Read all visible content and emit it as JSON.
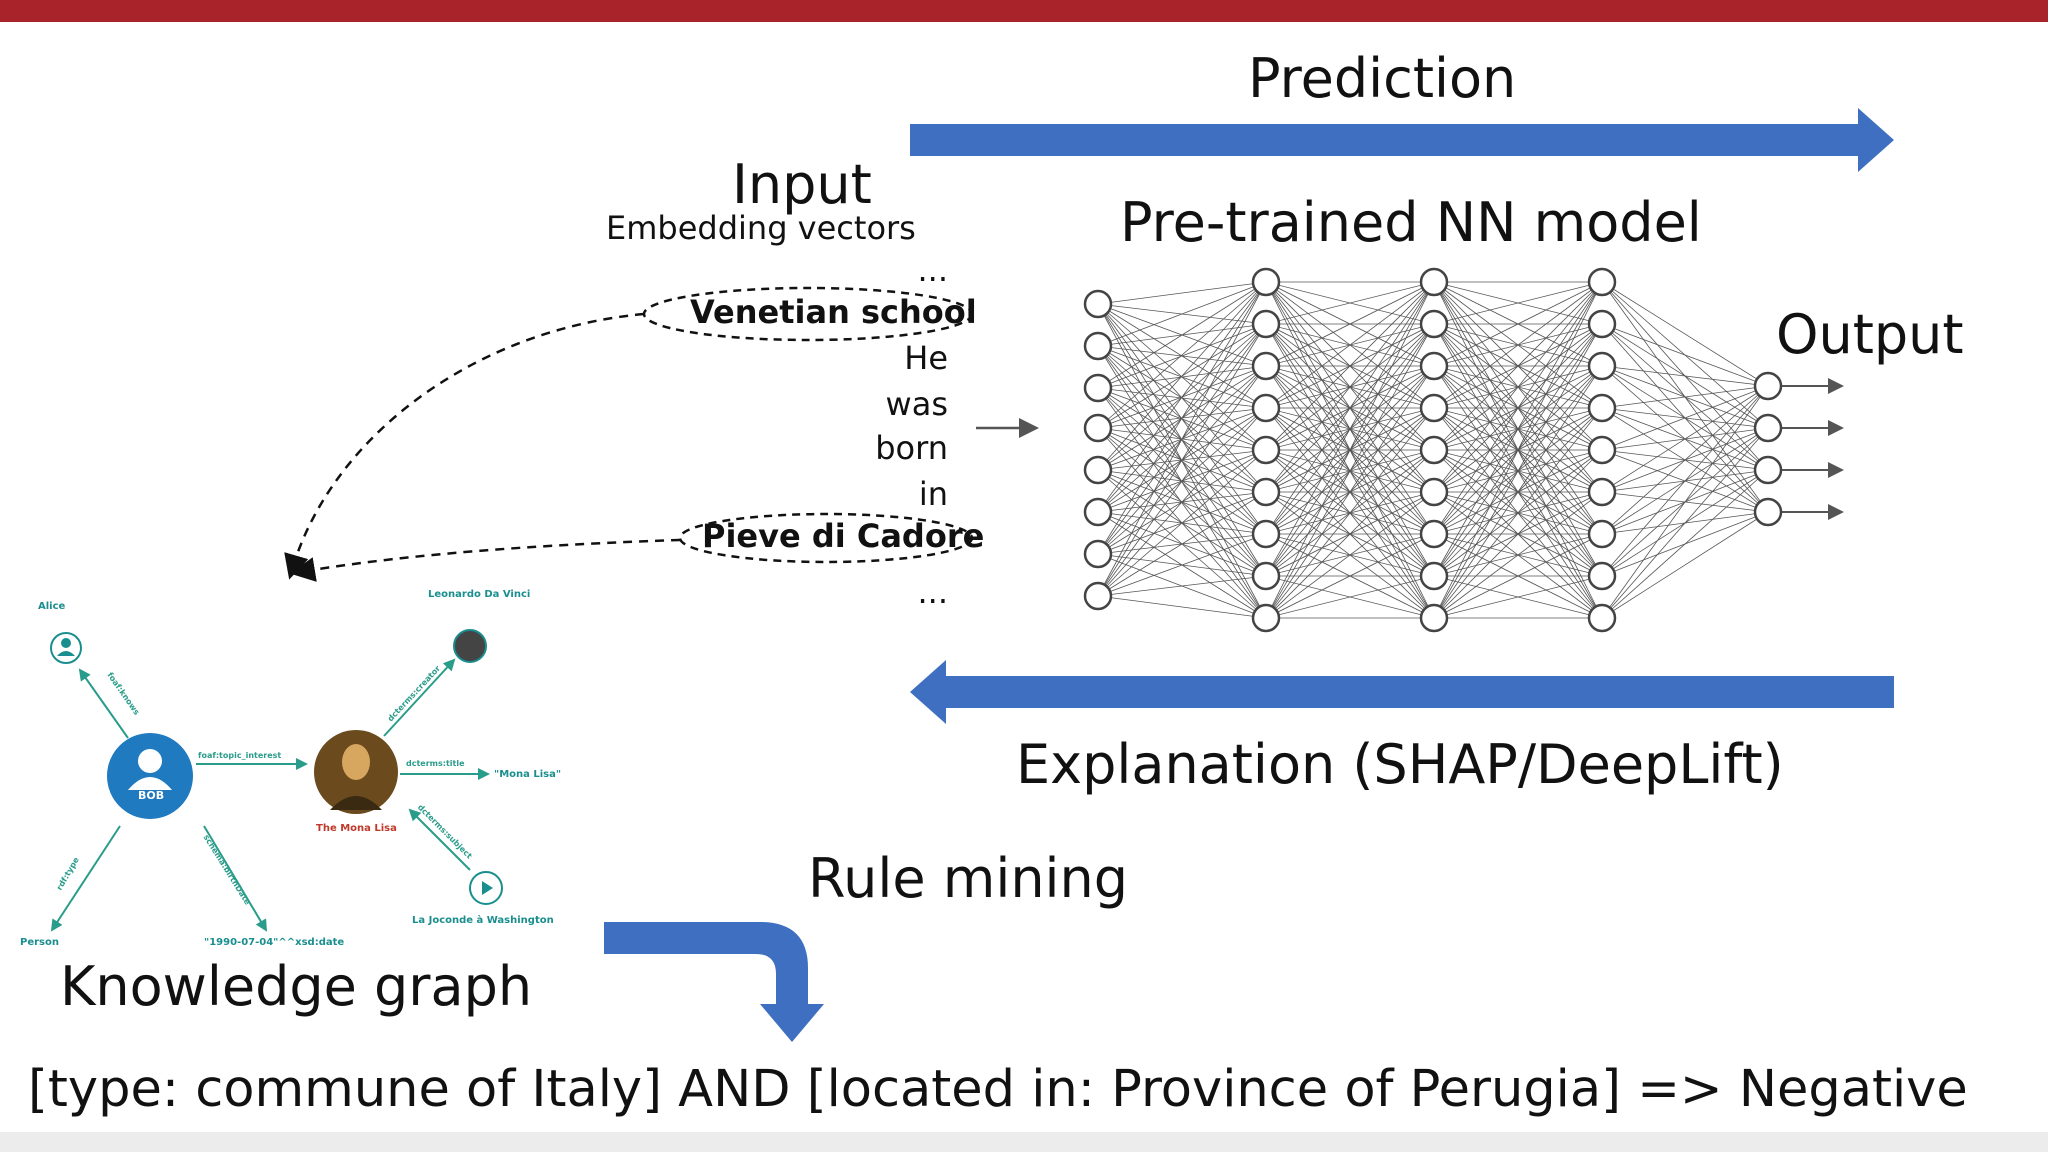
{
  "prediction_label": "Prediction",
  "input": {
    "title": "Input",
    "subtitle": "Embedding vectors",
    "tokens": [
      "...",
      "Venetian school",
      "He",
      "was",
      "born",
      "in",
      "Pieve di Cadore",
      "..."
    ]
  },
  "model_title": "Pre-trained NN model",
  "output_label": "Output",
  "explanation_label": "Explanation (SHAP/DeepLift)",
  "rule_mining_label": "Rule mining",
  "knowledge_graph": {
    "title": "Knowledge graph",
    "nodes": {
      "alice": "Alice",
      "bob": "BOB",
      "person": "Person",
      "mona_lisa": "The Mona Lisa",
      "leonardo": "Leonardo Da Vinci",
      "mona_lisa_literal": "\"Mona Lisa\"",
      "date": "\"1990-07-04\"^^xsd:date",
      "washington": "La Joconde à Washington"
    },
    "edges": {
      "knows": "foaf:knows",
      "interest": "foaf:topic_interest",
      "is_a": "rdf:type",
      "birth": "schema:birthDate",
      "creator": "dcterms:creator",
      "title": "dcterms:title",
      "subject": "dcterms:subject"
    }
  },
  "rule": "[type: commune of Italy] AND [located in: Province of Perugia] => Negative",
  "colors": {
    "arrow": "#3e6fc0",
    "topbar": "#a8232a",
    "kg": "#1a8e8e",
    "bob": "#1f7ac0"
  }
}
